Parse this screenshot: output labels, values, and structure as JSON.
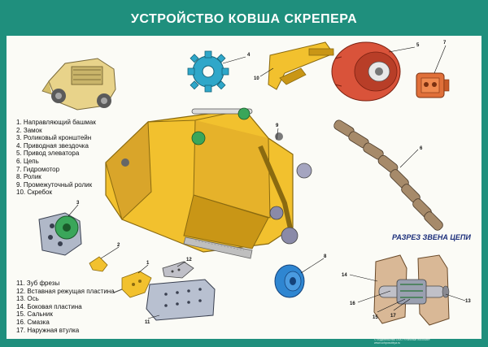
{
  "title": "УСТРОЙСТВО КОВША СКРЕПЕРА",
  "legend_main": [
    "1. Направляющий башмак",
    "2. Замок",
    "3. Роликовый кронштейн",
    "4. Приводная звездочка",
    "5. Привод элеватора",
    "6. Цепь",
    "7. Гидромотор",
    "8. Ролик",
    "9. Промежуточный ролик",
    "10. Скребок"
  ],
  "legend_parts": [
    "11. Зуб фрезы",
    "12. Вставная режущая пластина",
    "13. Ось",
    "14. Боковая пластина",
    "15. Сальник",
    "16. Смазка",
    "17. Наружная втулка"
  ],
  "section_caption": "РАЗРЕЗ ЗВЕНА ЦЕПИ",
  "callouts": {
    "n1": "1",
    "n2": "2",
    "n3": "3",
    "n4": "4",
    "n5": "5",
    "n6": "6",
    "n7": "7",
    "n8": "8",
    "n9": "9",
    "n10": "10",
    "n11": "11",
    "n12": "12",
    "n13": "13",
    "n14": "14",
    "n15": "15",
    "n16": "16",
    "n17": "17"
  },
  "footer": [
    "© Издательство ООО «Учебные пособия»",
    "www.uchposobiya.ru"
  ],
  "colors": {
    "frame": "#1f8f7d",
    "bucket": "#f2c12e",
    "bucket_shade": "#c99616",
    "motor": "#d9533a",
    "sprocket": "#2fa7c9",
    "roller": "#2f86d1",
    "chain": "#a68a6a",
    "caption": "#1b2e7a"
  }
}
